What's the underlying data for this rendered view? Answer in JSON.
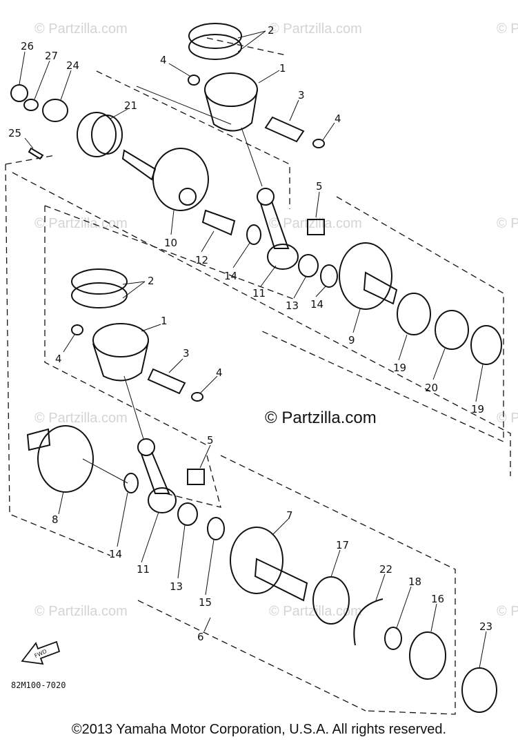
{
  "watermarks": [
    "© Partzilla.com"
  ],
  "center_watermark": "© Partzilla.com",
  "footer": "©2013 Yamaha Motor Corporation, U.S.A. All rights reserved.",
  "part_code": "82M100-7020",
  "fwd_label": "FWD",
  "callouts": [
    "26",
    "27",
    "24",
    "21",
    "2",
    "4",
    "1",
    "3",
    "4",
    "25",
    "10",
    "12",
    "5",
    "14",
    "11",
    "13",
    "14",
    "9",
    "19",
    "20",
    "19",
    "2",
    "1",
    "4",
    "3",
    "4",
    "5",
    "8",
    "14",
    "11",
    "13",
    "15",
    "7",
    "17",
    "22",
    "18",
    "16",
    "23",
    "6"
  ]
}
